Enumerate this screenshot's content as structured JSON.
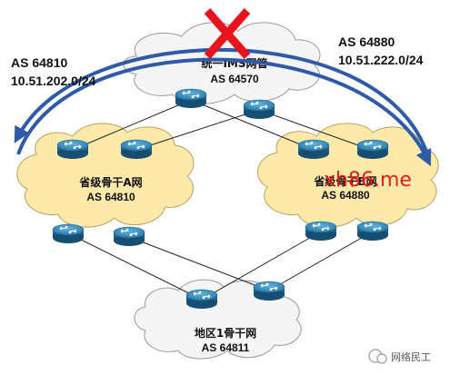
{
  "backbone": {
    "title_text": "统一IMS网管",
    "as": "AS 64570"
  },
  "province_a": {
    "title": "省级骨干A网",
    "as": "AS 64810"
  },
  "province_b": {
    "title": "省级骨干B网",
    "as": "AS 64880"
  },
  "regional": {
    "title": "地区1骨干网",
    "as": "AS 64811"
  },
  "left_route": {
    "as": "AS 64810",
    "prefix": "10.51.202.0/24"
  },
  "right_route": {
    "as": "AS 64880",
    "prefix": "10.51.222.0/24"
  },
  "watermark": {
    "site": "xh86.me",
    "account": "网络民工"
  },
  "colors": {
    "cloud_fill_yellow": "#fde9a9",
    "cloud_fill_white": "#f5f5f5",
    "arrow_blue": "#2e5aa8",
    "cross_red": "#e8141b",
    "router_blue": "#2f86b6",
    "watermark_red": "#e81b1b"
  },
  "icons": [
    "router-icon",
    "red-x-icon",
    "wechat-icon"
  ]
}
